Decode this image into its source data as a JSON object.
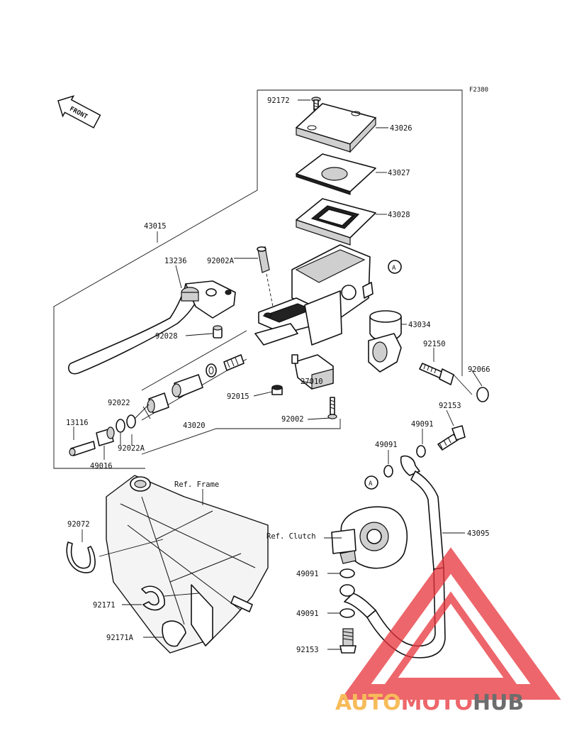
{
  "figure_code": "F2380",
  "front_label": "FRONT",
  "ref_labels": {
    "frame": "Ref. Frame",
    "clutch": "Ref. Clutch"
  },
  "marker_a": "A",
  "parts": {
    "p92172": "92172",
    "p43026": "43026",
    "p43027": "43027",
    "p43028": "43028",
    "p43015": "43015",
    "p13236": "13236",
    "p92002A": "92002A",
    "p92028": "92028",
    "p43034": "43034",
    "p92150": "92150",
    "p92066": "92066",
    "p92015": "92015",
    "p27010": "27010",
    "p92002": "92002",
    "p92022": "92022",
    "p13116": "13116",
    "p92022A": "92022A",
    "p43020": "43020",
    "p49016": "49016",
    "p92153_top": "92153",
    "p49091_a": "49091",
    "p49091_b": "49091",
    "p92072": "92072",
    "p43095": "43095",
    "p49091_c": "49091",
    "p92171": "92171",
    "p49091_d": "49091",
    "p92171A": "92171A",
    "p92153_bottom": "92153"
  },
  "watermark": {
    "part1": "AUTO",
    "part2": "MOTO",
    "part3": "HUB",
    "color1": "#f5a623",
    "color2": "#e8333a",
    "color3": "#3d3d3d"
  }
}
